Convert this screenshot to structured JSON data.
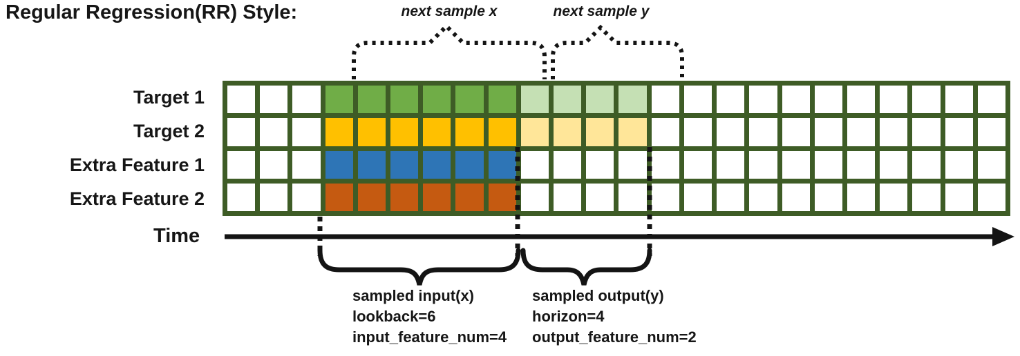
{
  "title": "Regular Regression(RR) Style:",
  "colors": {
    "grid_border": "#3E5C26",
    "cell_empty": "#FFFFFF",
    "ink": "#141414",
    "target1_input": "#70AD47",
    "target1_output": "#C5E0B4",
    "target2_input": "#FFC000",
    "target2_output": "#FFE699",
    "extra_feature1_input": "#2E75B6",
    "extra_feature2_input": "#C55A11"
  },
  "grid": {
    "total_steps": 24,
    "pre_steps": 3,
    "lookback": 6,
    "horizon": 4,
    "rows": [
      {
        "label": "Target 1",
        "input_color": "#70AD47",
        "output_color": "#C5E0B4"
      },
      {
        "label": "Target 2",
        "input_color": "#FFC000",
        "output_color": "#FFE699"
      },
      {
        "label": "Extra Feature 1",
        "input_color": "#2E75B6",
        "output_color": null
      },
      {
        "label": "Extra Feature 2",
        "input_color": "#C55A11",
        "output_color": null
      }
    ]
  },
  "annotations": {
    "next_sample_x": "next sample x",
    "next_sample_y": "next sample y",
    "time_label": "Time",
    "input_caption": [
      "sampled input(x)",
      "lookback=6",
      "input_feature_num=4"
    ],
    "output_caption": [
      "sampled output(y)",
      "horizon=4",
      "output_feature_num=2"
    ]
  }
}
